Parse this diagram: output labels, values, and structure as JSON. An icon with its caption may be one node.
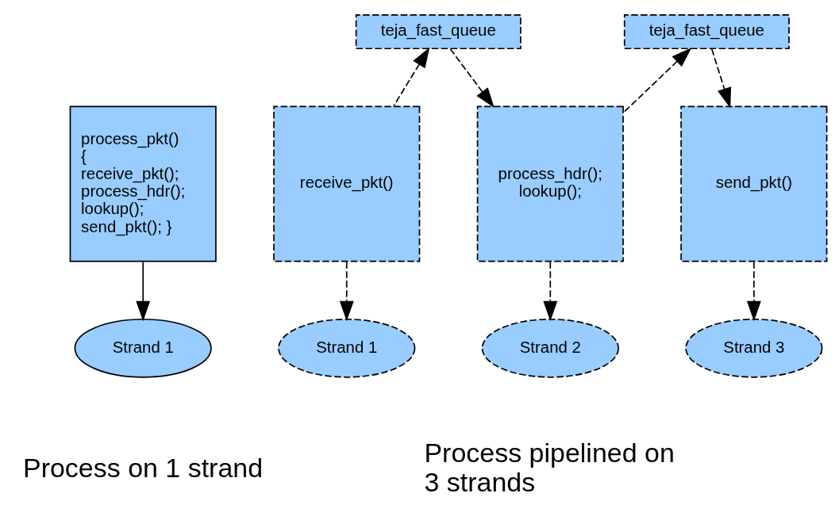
{
  "diagram": {
    "nodes": [
      {
        "text": [
          "process_pkt() { receive_pkt(); process_hdr(); lookup(); send_pkt(); }"
        ]
      },
      {
        "text": [
          "Strand 1"
        ]
      },
      {
        "text": [
          "teja_fast_queue"
        ]
      },
      {
        "text": [
          "teja_fast_queue"
        ]
      },
      {
        "text": [
          "receive_pkt()"
        ]
      },
      {
        "text": [
          "process_hdr(); lookup();"
        ]
      },
      {
        "text": [
          "send_pkt()"
        ]
      },
      {
        "text": [
          "Strand 1"
        ]
      },
      {
        "text": [
          "Strand 2"
        ]
      },
      {
        "text": [
          "Strand 3"
        ]
      }
    ],
    "edges": [
      {
        "from": 0,
        "to": 1,
        "arrow": "to"
      },
      {
        "from": 4,
        "to": 2,
        "arrow": "to",
        "style": "dashed"
      },
      {
        "from": 2,
        "to": 5,
        "arrow": "to",
        "style": "dashed"
      },
      {
        "from": 5,
        "to": 3,
        "arrow": "to",
        "style": "dashed"
      },
      {
        "from": 3,
        "to": 6,
        "arrow": "to",
        "style": "dashed"
      },
      {
        "from": 4,
        "to": 7,
        "arrow": "to",
        "style": "dashed"
      },
      {
        "from": 5,
        "to": 8,
        "arrow": "to",
        "style": "dashed"
      },
      {
        "from": 6,
        "to": 9,
        "arrow": "to",
        "style": "dashed"
      }
    ],
    "labels": [
      "Process on 1 strand",
      "Process pipelined on 3 strands"
    ]
  }
}
